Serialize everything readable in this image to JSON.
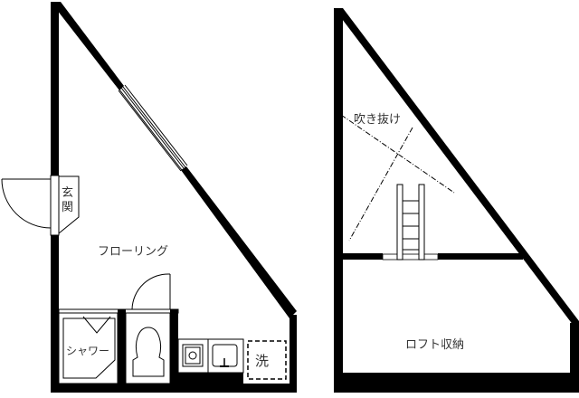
{
  "floor_plan": {
    "main_floor": {
      "labels": {
        "entrance": "玄関",
        "entrance_line1": "玄",
        "entrance_line2": "関",
        "flooring": "フローリング",
        "shower": "シャワー",
        "washer": "洗"
      }
    },
    "loft_floor": {
      "labels": {
        "atrium": "吹き抜け",
        "loft_storage": "ロフト収納"
      }
    },
    "colors": {
      "wall": "#000000",
      "background": "#ffffff",
      "text": "#333333"
    }
  }
}
